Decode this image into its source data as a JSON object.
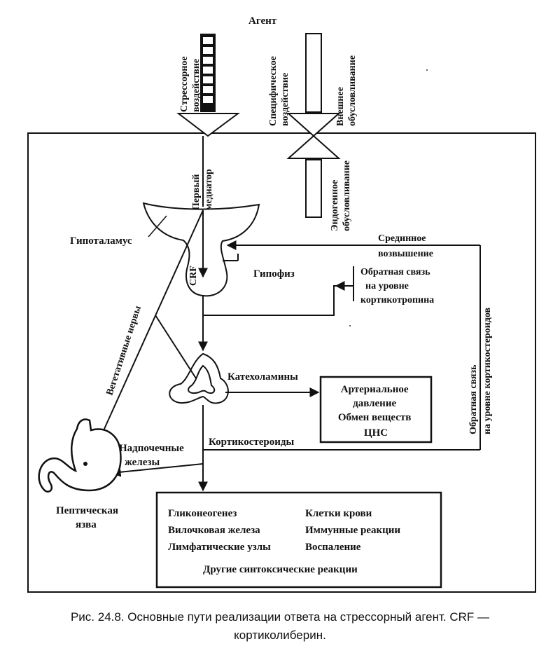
{
  "agent": "Агент",
  "stress_impact": [
    "Стрессорное",
    "воздействие"
  ],
  "specific_impact": [
    "Специфическое",
    "воздействие"
  ],
  "external_conditioning": [
    "Внешнее",
    "обусловливание"
  ],
  "endogenous_conditioning": [
    "Эндогенное",
    "обусловливание"
  ],
  "first_mediator": [
    "Первый",
    "медиатор"
  ],
  "hypothalamus": "Гипоталамус",
  "crf": "CRF",
  "median_eminence": [
    "Срединное",
    "возвышение"
  ],
  "pituitary": "Гипофиз",
  "feedback_corticotropin": [
    "Обратная связь",
    "на уровне",
    "кортикотропина"
  ],
  "feedback_corticosteroids": [
    "Обратная связь",
    "на уровне кортикостероидов"
  ],
  "vegetative_nerves": "Вегетативные нервы",
  "catecholamines": "Катехоламины",
  "effects_box": [
    "Артериальное",
    "давление",
    "Обмен веществ",
    "ЦНС"
  ],
  "corticosteroids": "Кортикостероиды",
  "adrenals": [
    "Надпочечные",
    "железы"
  ],
  "peptic_ulcer": [
    "Пептическая",
    "язва"
  ],
  "outcomes_left": [
    "Гликонеогенез",
    "Вилочковая железа",
    "Лимфатические узлы"
  ],
  "outcomes_right": [
    "Клетки крови",
    "Иммунные реакции",
    "Воспаление"
  ],
  "outcomes_bottom": "Другие синтоксические реакции",
  "caption": [
    "Рис. 24.8. Основные пути реализации ответа на стрессорный агент. CRF —",
    "кортиколиберин."
  ]
}
